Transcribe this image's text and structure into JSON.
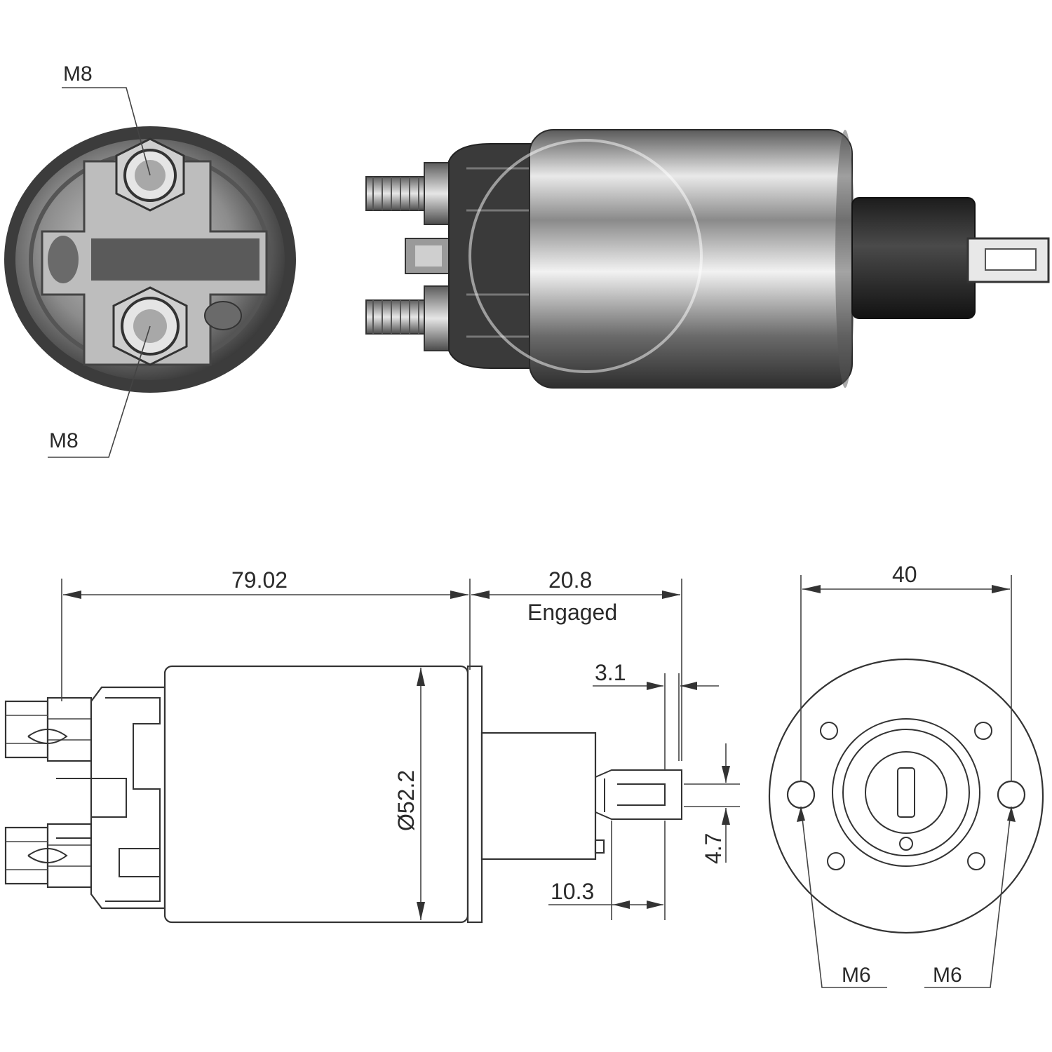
{
  "callouts": {
    "top_terminal": "M8",
    "bottom_terminal": "M8",
    "left_mount": "M6",
    "right_mount": "M6"
  },
  "dimensions": {
    "body_length": "79.02",
    "stroke_value": "20.8",
    "stroke_note": "Engaged",
    "diameter": "Ø52.2",
    "tab_offset": "3.1",
    "tab_width": "4.7",
    "plunger_length": "10.3",
    "mount_spacing": "40"
  },
  "colors": {
    "line": "#333333",
    "metal_dark": "#3a3a3a",
    "metal_light": "#d8d8d8"
  }
}
